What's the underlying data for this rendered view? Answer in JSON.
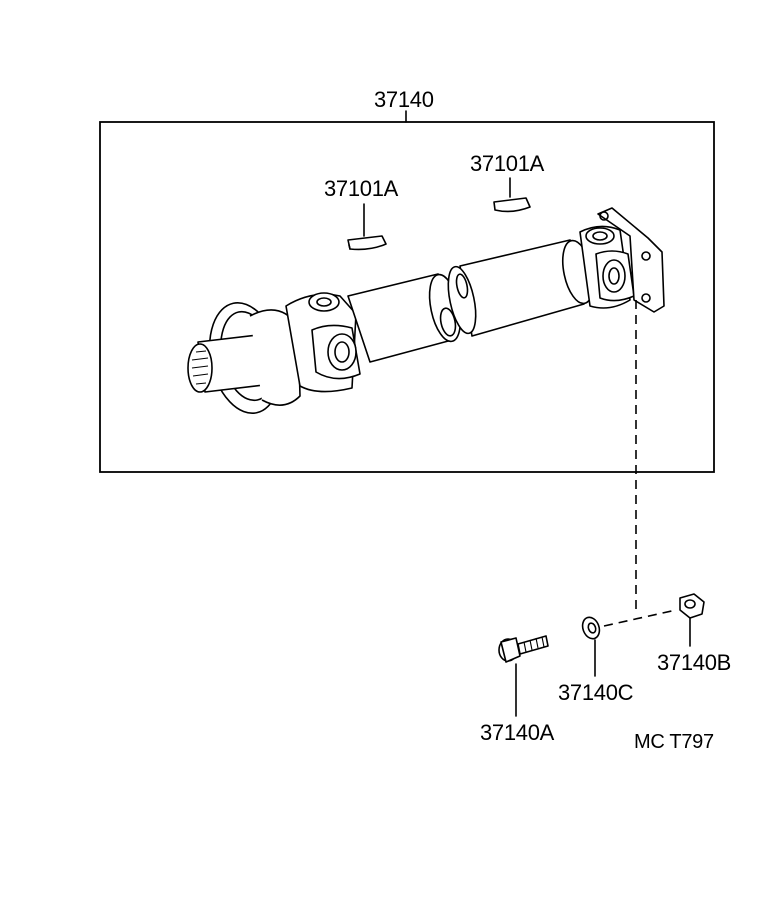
{
  "labels": {
    "assembly": "37140",
    "center_bearing_left": "37101A",
    "center_bearing_right": "37101A",
    "bolt": "37140A",
    "washer": "37140C",
    "nut": "37140B",
    "drawing_code": "MC T797"
  }
}
